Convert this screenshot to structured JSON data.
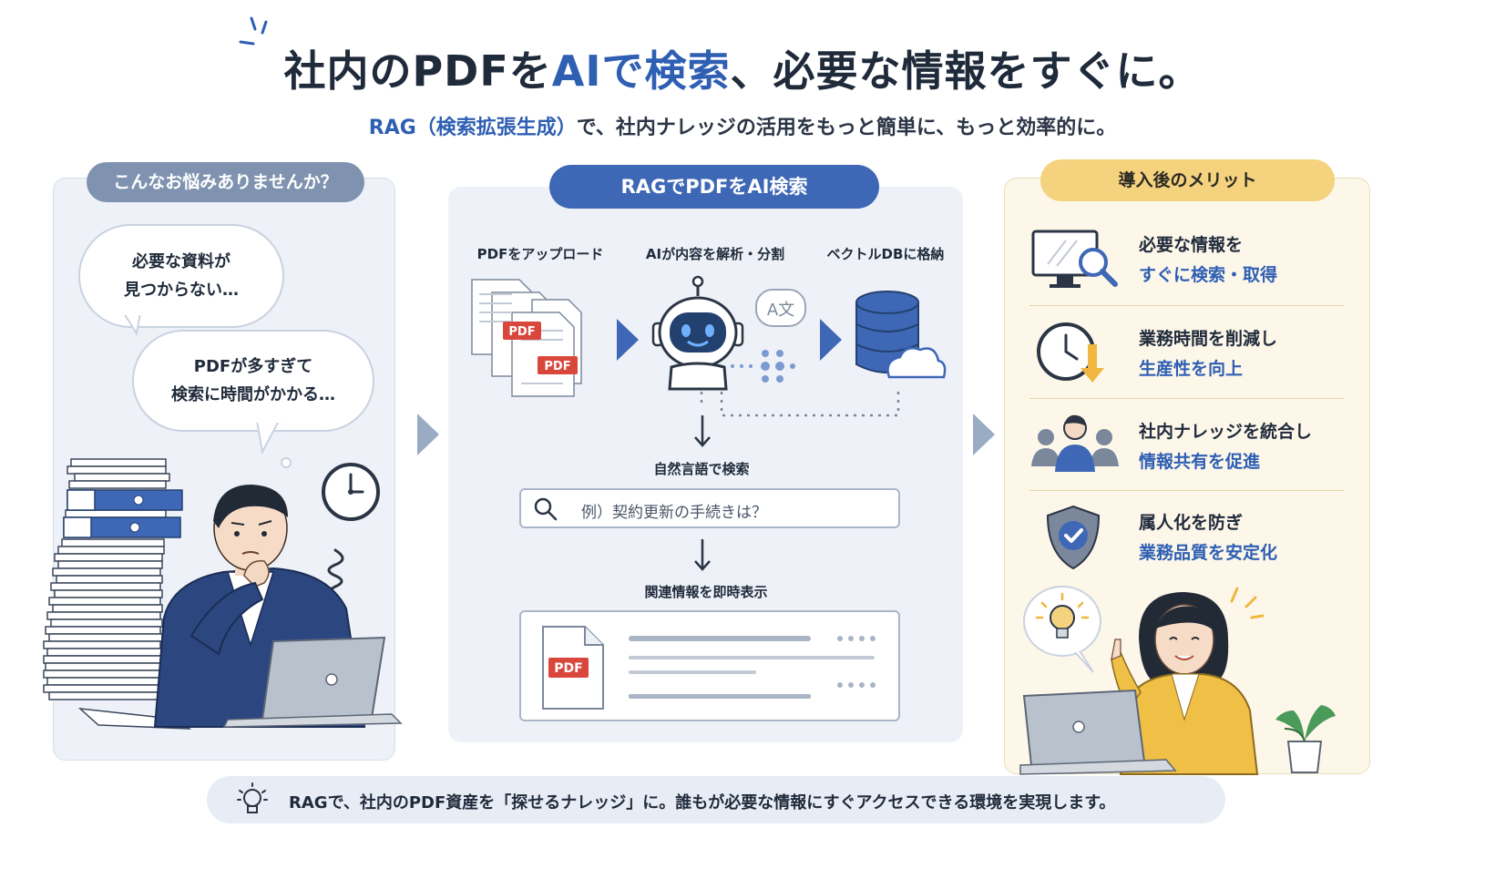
{
  "title": {
    "part1": "社内のPDFを",
    "accent": "AIで検索",
    "part2": "、必要な情報をすぐに。"
  },
  "subtitle": {
    "accent": "RAG（検索拡張生成）",
    "rest": "で、社内ナレッジの活用をもっと簡単に、もっと効率的に。"
  },
  "left": {
    "heading": "こんなお悩みありませんか？",
    "bubble1": [
      "必要な資料が",
      "見つからない…"
    ],
    "bubble2": [
      "PDFが多すぎて",
      "検索に時間がかかる…"
    ]
  },
  "middle": {
    "heading": "RAGでPDFをAI検索",
    "steps": {
      "upload": "PDFをアップロード",
      "analyze": "AIが内容を解析・分割",
      "store": "ベクトルDBに格納",
      "query": "自然言語で検索",
      "display": "関連情報を即時表示"
    },
    "search_placeholder": "例）契約更新の手続きは？",
    "pdf_badge": "PDF",
    "translate_glyph": "A文"
  },
  "right": {
    "heading": "導入後のメリット",
    "merits": [
      {
        "line1": "必要な情報を",
        "line2": "すぐに検索・取得",
        "icon": "monitor-search-icon"
      },
      {
        "line1": "業務時間を削減し",
        "line2": "生産性を向上",
        "icon": "clock-down-icon"
      },
      {
        "line1": "社内ナレッジを統合し",
        "line2": "情報共有を促進",
        "icon": "team-icon"
      },
      {
        "line1": "属人化を防ぎ",
        "line2": "業務品質を安定化",
        "icon": "shield-check-icon"
      }
    ]
  },
  "footer": {
    "text": "RAGで、社内のPDF資産を「探せるナレッジ」に。誰もが必要な情報にすぐアクセスできる環境を実現します。"
  },
  "colors": {
    "accent_blue": "#2f5fb3",
    "pdf_red": "#d9473c",
    "merit_gold": "#f4d27e"
  }
}
